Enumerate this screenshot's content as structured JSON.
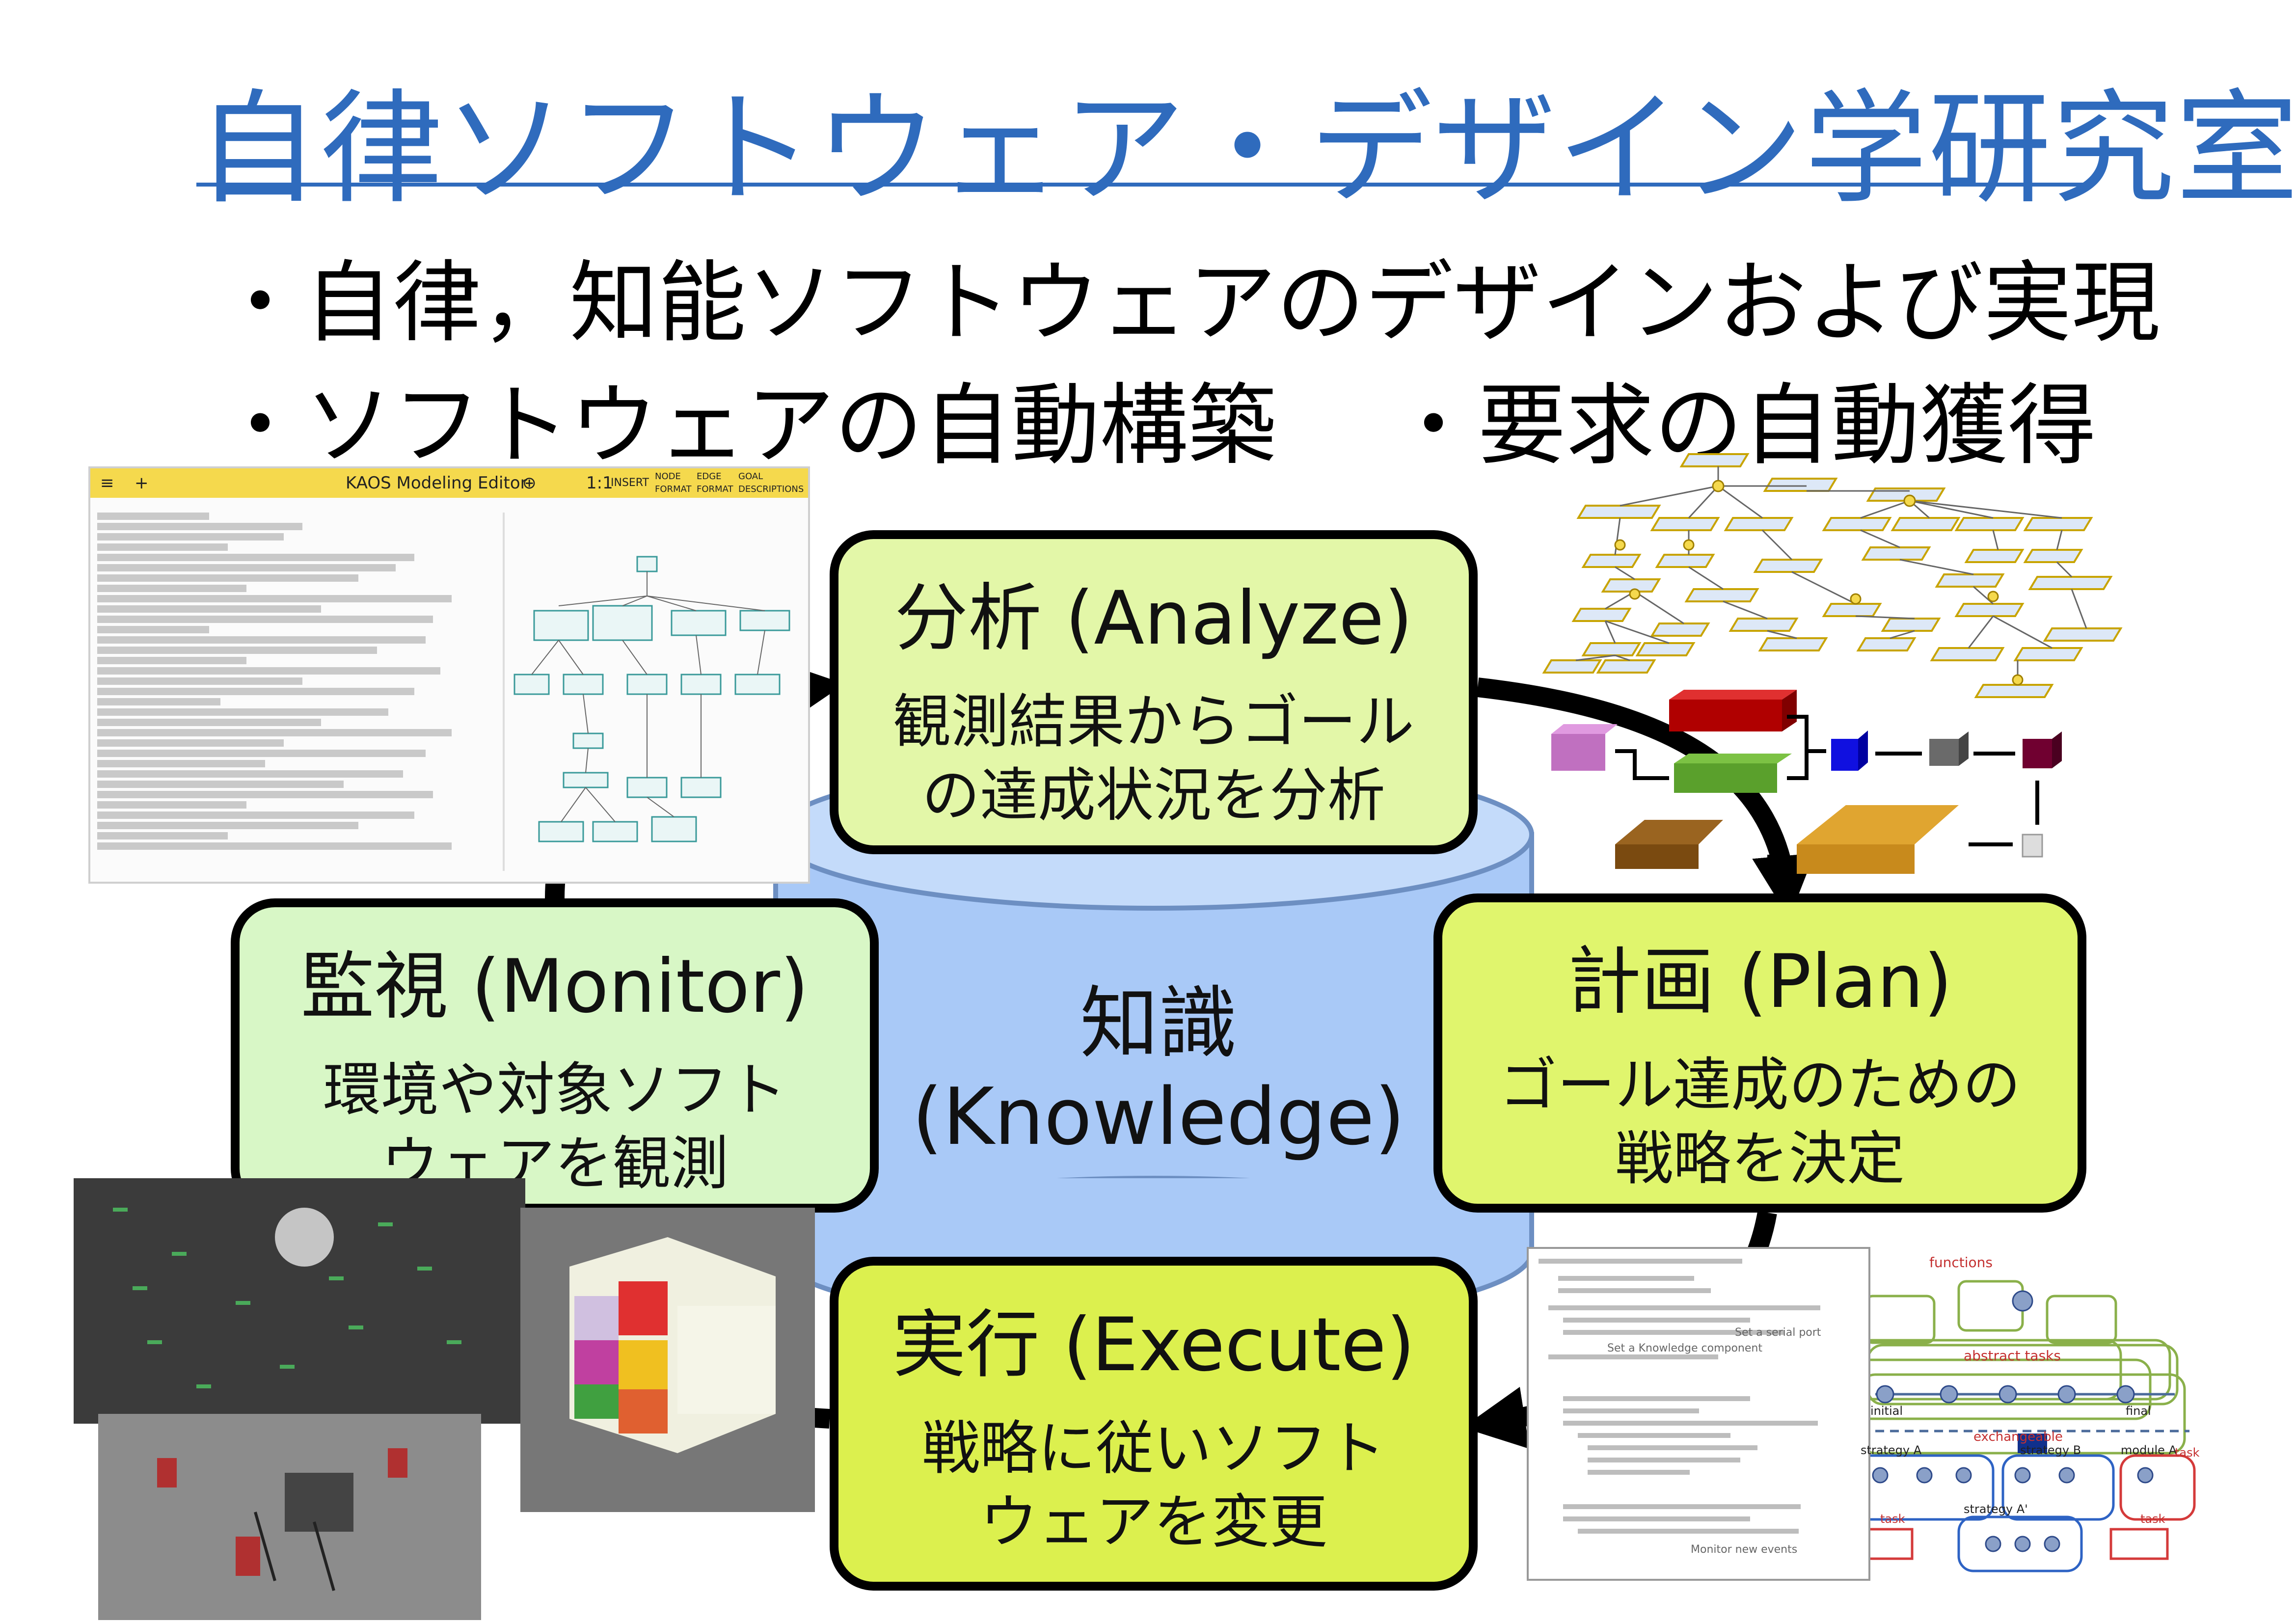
{
  "title": "自律ソフトウェア・デザイン学研究室",
  "bullets": [
    "自律，知能ソフトウェアのデザインおよび実現",
    "ソフトウェアの自動構築",
    "要求の自動獲得"
  ],
  "cycle": {
    "analyze": {
      "title": "分析 (Analyze)",
      "line1": "観測結果からゴール",
      "line2": "の達成状況を分析"
    },
    "plan": {
      "title": "計画 (Plan)",
      "line1": "ゴール達成のための",
      "line2": "戦略を決定"
    },
    "execute": {
      "title": "実行 (Execute)",
      "line1": "戦略に従いソフト",
      "line2": "ウェアを変更"
    },
    "monitor": {
      "title": "監視 (Monitor)",
      "line1": "環境や対象ソフト",
      "line2": "ウェアを観測"
    },
    "knowledge": {
      "line1": "知識",
      "line2": "(Knowledge)"
    }
  },
  "kaos_editor": {
    "title": "KAOS Modeling Editor",
    "insert": "INSERT",
    "scale": "1:1",
    "menus": [
      "NODE FORMAT",
      "EDGE FORMAT",
      "GOAL DESCRIPTIONS"
    ]
  },
  "code_screenshot": {
    "annotations": [
      "Set a serial port",
      "Set a Knowledge component",
      "Monitor new events"
    ]
  },
  "strategy_diagram": {
    "labels": [
      "functions",
      "abstract tasks",
      "exchangeable",
      "initial",
      "final",
      "strategy A",
      "strategy B",
      "strategy A'",
      "module A",
      "task",
      "task",
      "task"
    ]
  },
  "colors": {
    "title": "#2f6bbd",
    "knowledge_db": "#a9c9f7",
    "arrow": "#000000",
    "analyze_box": "#e3f7a8",
    "plan_box": "#e0f56d",
    "monitor_box": "#d8f7c6",
    "execute_box": "#dcf04e"
  }
}
